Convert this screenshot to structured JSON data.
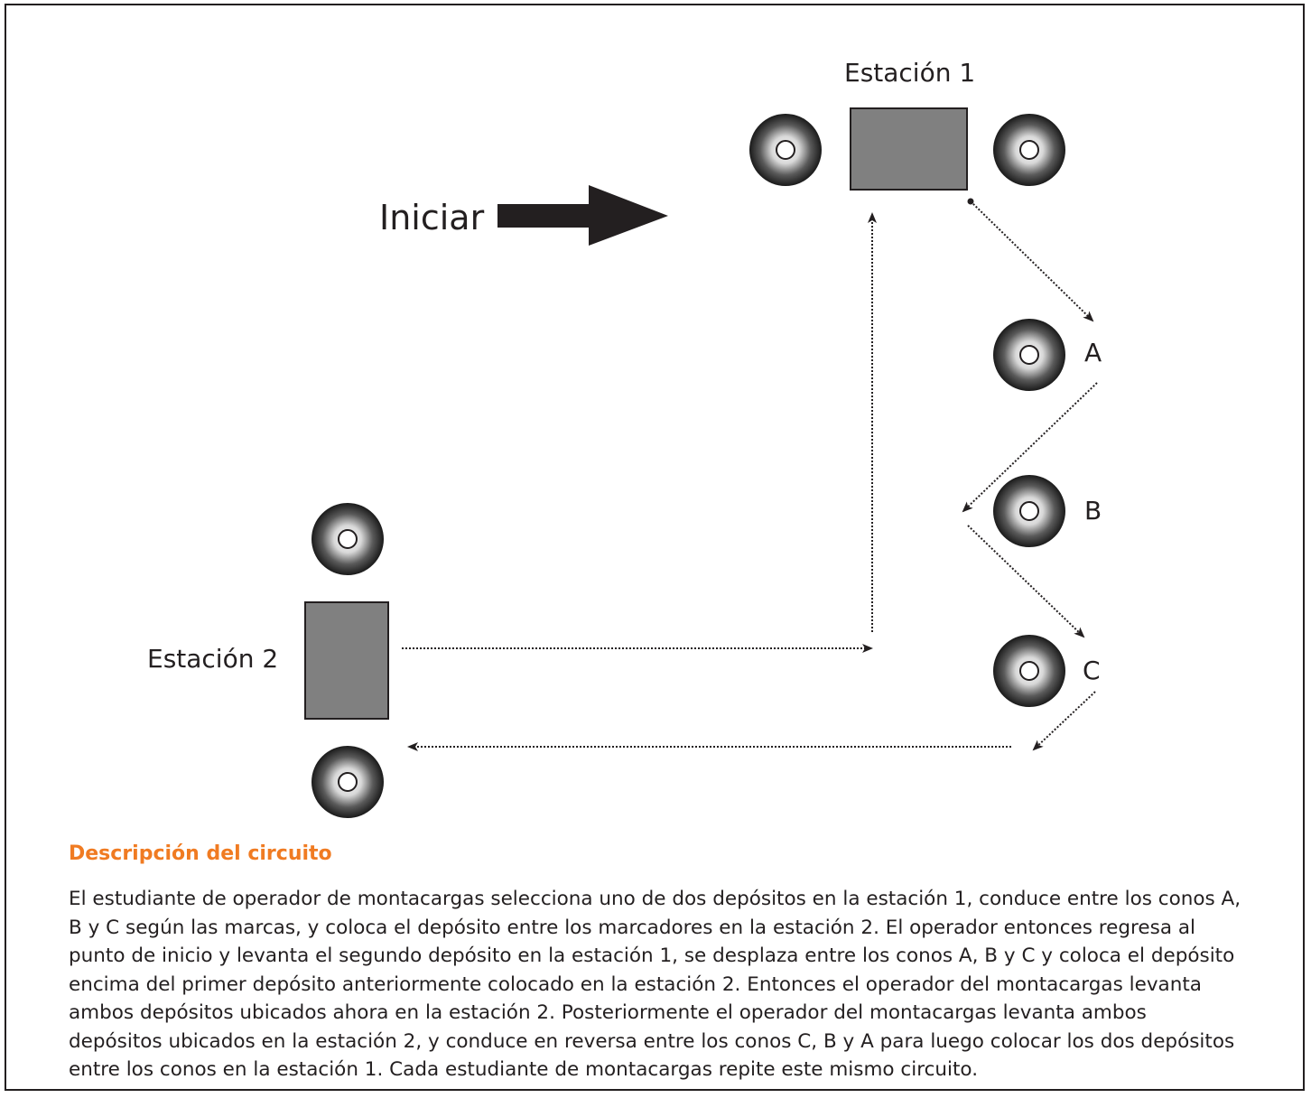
{
  "stations": {
    "station_1_label": "Estación 1",
    "station_2_label": "Estación 2"
  },
  "start_label": "Iniciar",
  "cones": {
    "a_label": "A",
    "b_label": "B",
    "c_label": "C"
  },
  "description": {
    "title": "Descripción del circuito",
    "body": "El estudiante de operador de montacargas selecciona uno de dos depósitos en la estación 1, conduce entre los conos A, B y C según las marcas, y coloca el depósito entre los marcadores en la estación 2. El operador entonces regresa al punto de inicio y levanta el segundo depósito en la estación 1, se desplaza entre los conos A, B y C y coloca el depósito encima del primer depósito anteriormente colocado en la estación 2. Entonces el operador del montacargas levanta ambos depósitos ubicados ahora en la estación 2. Posteriormente el operador del montacargas levanta ambos depósitos ubicados en la estación 2, y conduce en reversa entre los conos C, B y A para luego colocar los dos depósitos entre los conos en la estación 1. Cada estudiante de montacargas repite este mismo circuito."
  },
  "colors": {
    "title_orange": "#f07b22",
    "box_gray": "#808080",
    "ink": "#231f20"
  }
}
